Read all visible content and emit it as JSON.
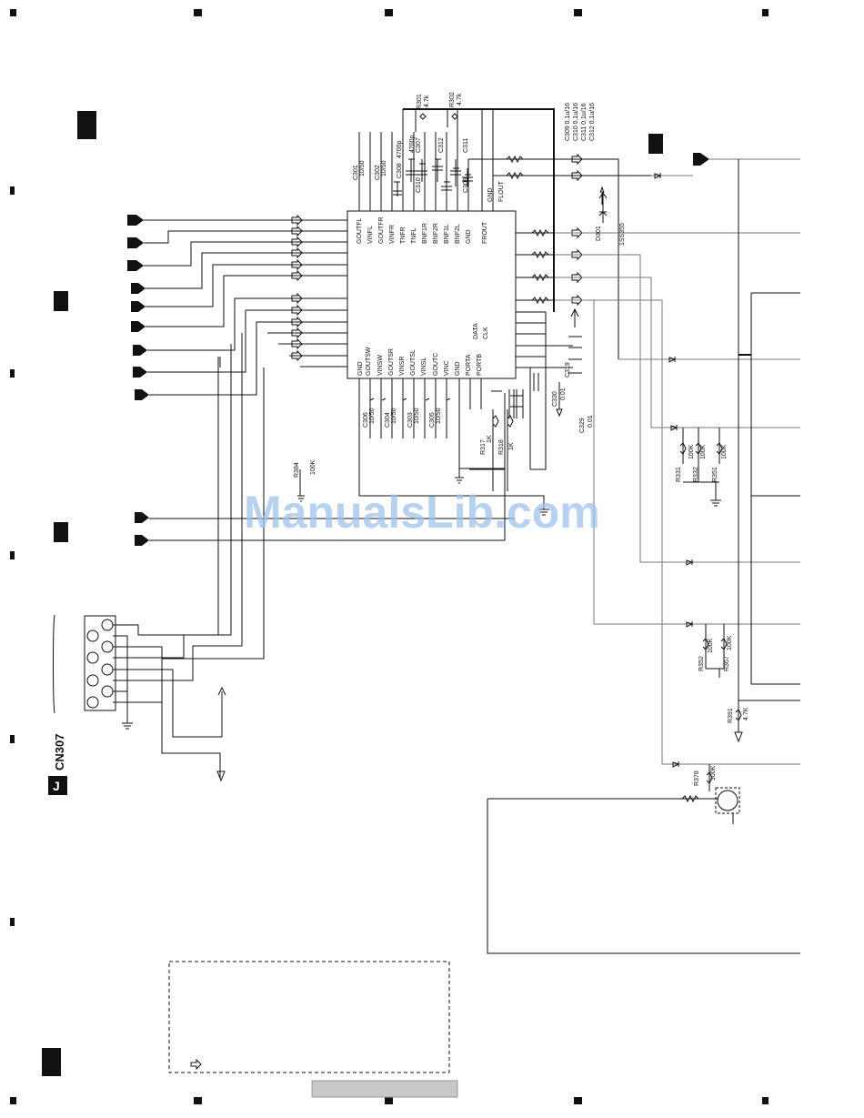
{
  "watermark": "ManualsLib.com",
  "connector": {
    "ref": "CN307",
    "badge": "J"
  },
  "ic": {
    "top_pins": [
      "GOUTFL",
      "VINFL",
      "GOUTFR",
      "VINFR",
      "TNFR",
      "TNFL",
      "BNF1R",
      "BNF2R",
      "BNF1L",
      "BNF2L",
      "GND",
      "FROUT"
    ],
    "bottom_pins": [
      "GND",
      "GOUTSW",
      "VINSW",
      "GOUTSR",
      "VINSR",
      "GOUTSL",
      "VINSL",
      "GOUTC",
      "VINC",
      "GND",
      "PORTA",
      "PORTB"
    ],
    "right_labels": [
      "DATA",
      "CLK"
    ],
    "flout": "FLOUT",
    "gnd_top": "GND"
  },
  "components": {
    "r301": {
      "ref": "R301",
      "val": "4.7k"
    },
    "r302": {
      "ref": "R302",
      "val": "4.7k"
    },
    "c301": {
      "ref": "C301",
      "val": "10/50"
    },
    "c302": {
      "ref": "C302",
      "val": "10/50"
    },
    "c308": {
      "ref": "C308",
      "val": "4700p"
    },
    "c307": {
      "ref": "C307",
      "val": "4700p"
    },
    "c310": {
      "ref": "C310"
    },
    "c312": {
      "ref": "C312"
    },
    "c309": {
      "ref": "C309"
    },
    "c311": {
      "ref": "C311"
    },
    "cap_notes": [
      "C309 0.1u/16",
      "C310 0.1u/16",
      "C311 0.1u/16",
      "C312 0.1u/16"
    ],
    "d301": {
      "ref": "D301",
      "val": "1SS355"
    },
    "c306": {
      "ref": "C306",
      "val": "10/50"
    },
    "c304": {
      "ref": "C304",
      "val": "10/50"
    },
    "c303": {
      "ref": "C303",
      "val": "10/50"
    },
    "c305": {
      "ref": "C305",
      "val": "10/50"
    },
    "r384": {
      "ref": "R384",
      "val": "100K"
    },
    "r317": {
      "ref": "R317",
      "val": "1K"
    },
    "r318": {
      "ref": "R318",
      "val": "1K"
    },
    "c319": {
      "ref": "C319"
    },
    "c330": {
      "ref": "C330",
      "val": "0.01"
    },
    "c329": {
      "ref": "C329",
      "val": "0.01"
    },
    "r331": {
      "ref": "R331",
      "val": "100K"
    },
    "r332": {
      "ref": "R332",
      "val": "100K"
    },
    "r351": {
      "ref": "R351",
      "val": "100K"
    },
    "r352": {
      "ref": "R352",
      "val": "100K"
    },
    "r367": {
      "ref": "R367",
      "val": "100K"
    },
    "r391": {
      "ref": "R391",
      "val": "4.7K"
    },
    "r378": {
      "ref": "R378",
      "val": "100K"
    }
  },
  "colors": {
    "line": "#111111",
    "watermark": "#9fc3ec",
    "footer": "#c8c8c8"
  }
}
